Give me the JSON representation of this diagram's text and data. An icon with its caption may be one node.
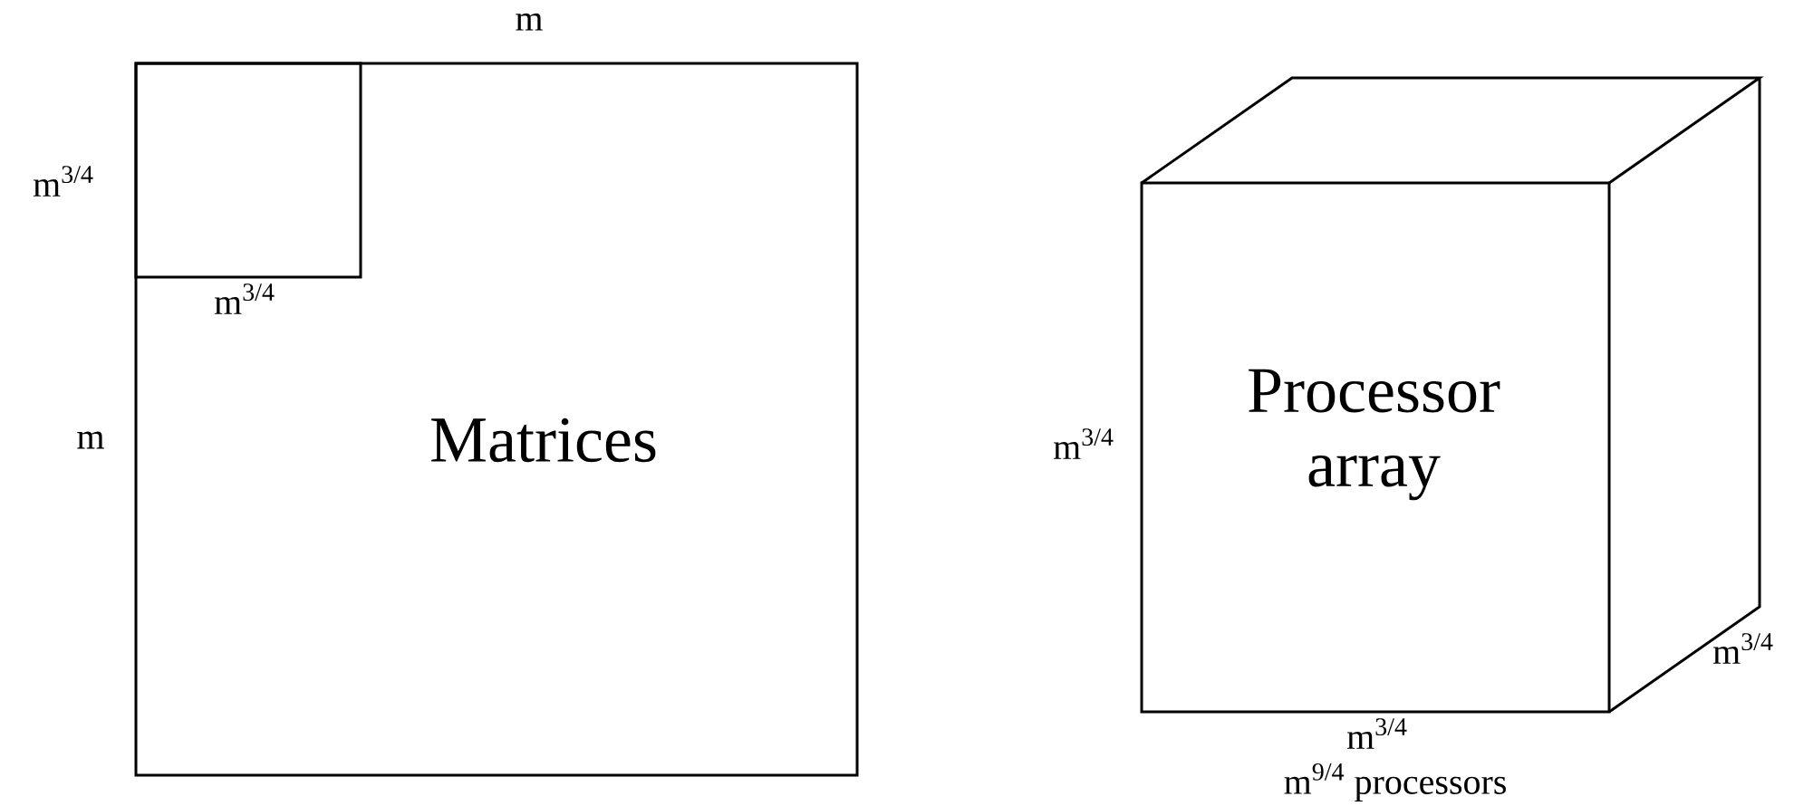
{
  "diagram": {
    "nodes": [
      {
        "text": [
          "Matrices"
        ]
      },
      {
        "text": [],
        "shape": "box",
        "in": 0
      },
      {
        "text": [
          "Processor array"
        ]
      }
    ],
    "edges": [],
    "labels": [
      "m",
      "m$^{3/4}$",
      "m$^{3/4}$",
      "m",
      "m$^{3/4}$",
      "m$^{3/4}$",
      "m$^{3/4}$",
      "m$^{9/4}$ processors"
    ]
  }
}
